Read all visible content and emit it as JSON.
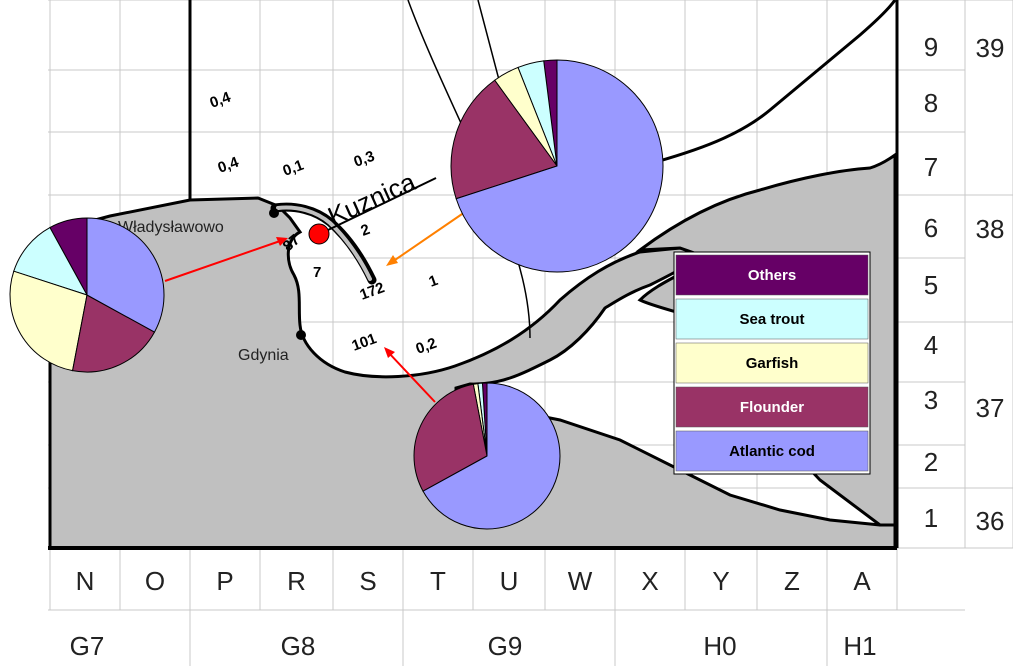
{
  "columns": [
    "N",
    "O",
    "P",
    "R",
    "S",
    "T",
    "U",
    "W",
    "X",
    "Y",
    "Z",
    "A"
  ],
  "rows": [
    "9",
    "8",
    "7",
    "6",
    "5",
    "4",
    "3",
    "2",
    "1"
  ],
  "big_squares": [
    "39",
    "38",
    "37",
    "36"
  ],
  "regions": [
    "G7",
    "G8",
    "G9",
    "H0",
    "H1"
  ],
  "places": {
    "kuznica": "Kuznica",
    "wladyslawowo": "Władysławowo",
    "gdynia": "Gdynia"
  },
  "catch_values": [
    {
      "id": "v1",
      "text": "0,4"
    },
    {
      "id": "v2",
      "text": "0,4"
    },
    {
      "id": "v3",
      "text": "0,1"
    },
    {
      "id": "v4",
      "text": "0,3"
    },
    {
      "id": "v5",
      "text": "2"
    },
    {
      "id": "v6",
      "text": "87"
    },
    {
      "id": "v7",
      "text": "7"
    },
    {
      "id": "v8",
      "text": "172"
    },
    {
      "id": "v9",
      "text": "1"
    },
    {
      "id": "v10",
      "text": "101"
    },
    {
      "id": "v11",
      "text": "0,2"
    }
  ],
  "legend": [
    {
      "label": "Others",
      "color": "#660066",
      "text_color": "#ffffff"
    },
    {
      "label": "Sea trout",
      "color": "#ccffff",
      "text_color": "#000000"
    },
    {
      "label": "Garfish",
      "color": "#ffffcc",
      "text_color": "#000000"
    },
    {
      "label": "Flounder",
      "color": "#993366",
      "text_color": "#ffffff"
    },
    {
      "label": "Atlantic cod",
      "color": "#9999ff",
      "text_color": "#000000"
    }
  ],
  "pies": [
    {
      "id": "pie-west",
      "shares": {
        "Atlantic cod": 33,
        "Flounder": 20,
        "Garfish": 27,
        "Sea trout": 12,
        "Others": 8
      }
    },
    {
      "id": "pie-north",
      "shares": {
        "Atlantic cod": 70,
        "Flounder": 20,
        "Garfish": 4,
        "Sea trout": 4,
        "Others": 2
      }
    },
    {
      "id": "pie-south",
      "shares": {
        "Atlantic cod": 67,
        "Flounder": 30,
        "Garfish": 1,
        "Sea trout": 1,
        "Others": 1
      }
    }
  ],
  "colors": {
    "sea": "#ffffff",
    "land": "#c0c0c0",
    "grid": "#c8c8c8",
    "marker": "#ff0000",
    "arrow_red": "#ff0000",
    "arrow_orange": "#ff8000"
  }
}
